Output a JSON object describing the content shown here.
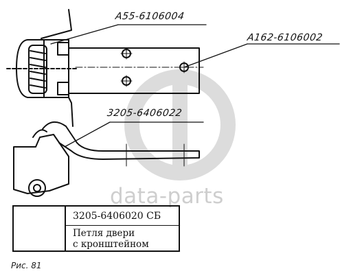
{
  "callouts": {
    "part_a": "A55-6106004",
    "part_b": "A162-6106002",
    "part_c": "3205-6406022"
  },
  "title_block": {
    "part_number": "3205-6406020 СБ",
    "name_line1": "Петля двери",
    "name_line2": "с кронштейном"
  },
  "caption": "Рис. 81",
  "watermark": "data-parts"
}
